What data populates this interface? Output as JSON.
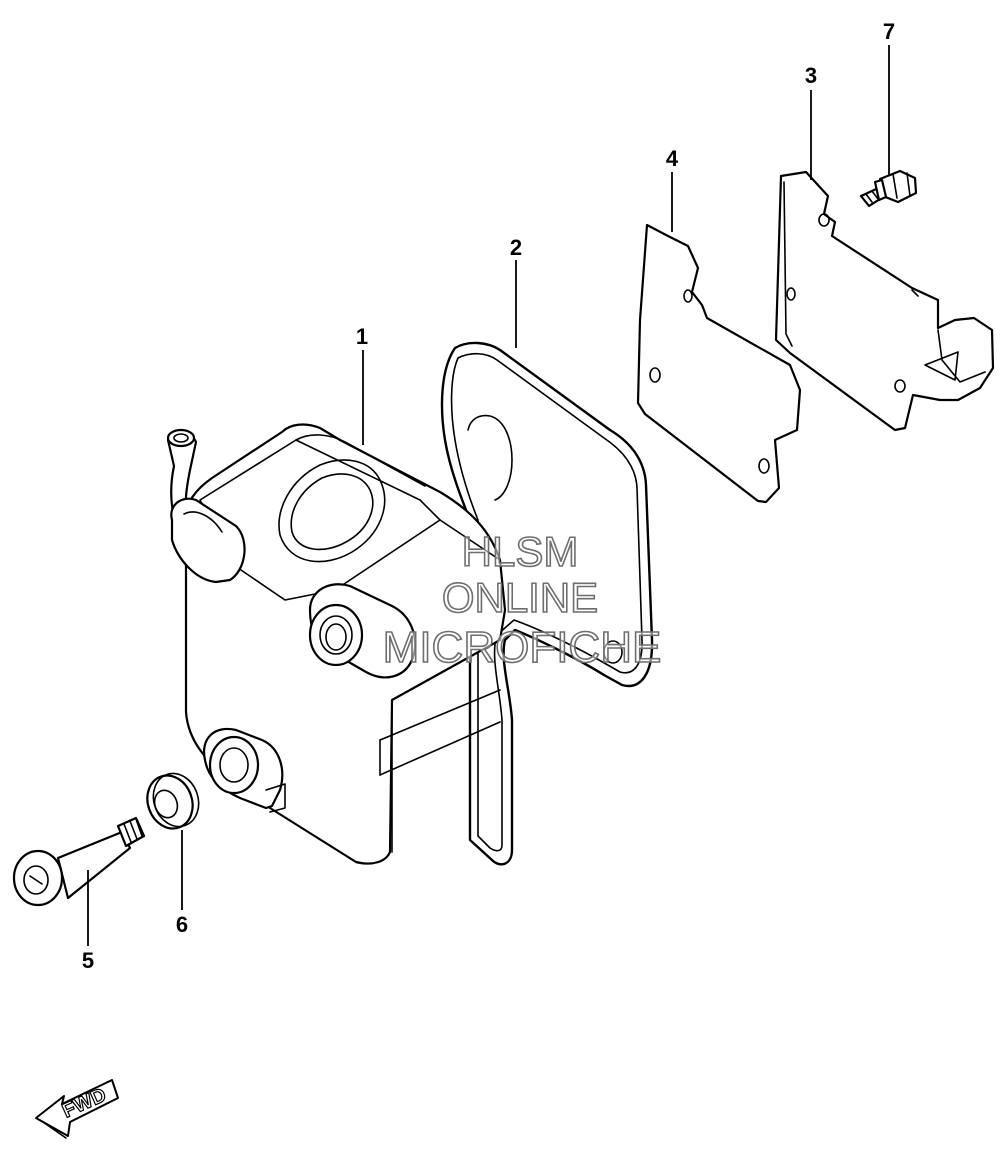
{
  "diagram": {
    "callouts": [
      {
        "id": "1",
        "label": "1"
      },
      {
        "id": "2",
        "label": "2"
      },
      {
        "id": "3",
        "label": "3"
      },
      {
        "id": "4",
        "label": "4"
      },
      {
        "id": "5",
        "label": "5"
      },
      {
        "id": "6",
        "label": "6"
      },
      {
        "id": "7",
        "label": "7"
      }
    ],
    "direction_label": "FWD",
    "watermark": {
      "line1": "HLSM",
      "line2": "ONLINE",
      "line3": "MICROFICHE"
    },
    "colors": {
      "line": "#000000",
      "background": "#ffffff",
      "watermark_outline": "#6e6e6e"
    }
  }
}
